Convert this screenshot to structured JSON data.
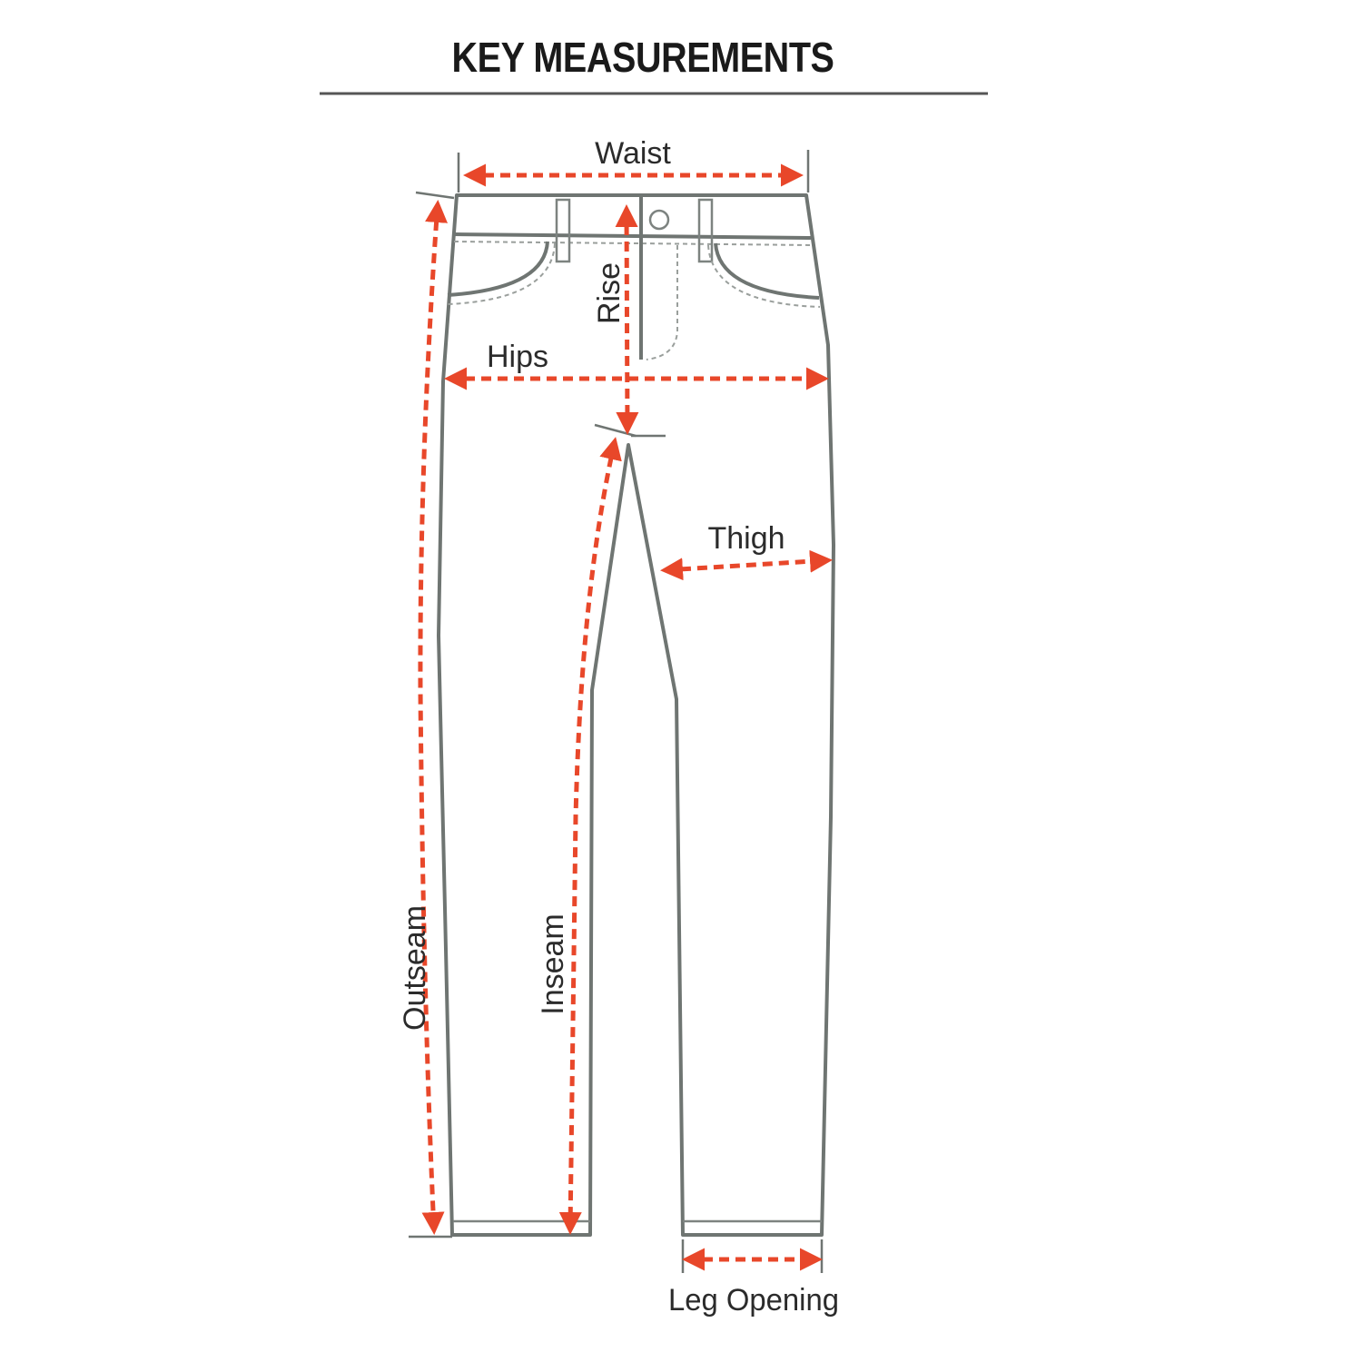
{
  "title": "KEY MEASUREMENTS",
  "labels": {
    "waist": "Waist",
    "rise": "Rise",
    "hips": "Hips",
    "thigh": "Thigh",
    "outseam": "Outseam",
    "inseam": "Inseam",
    "leg_opening": "Leg Opening"
  },
  "colors": {
    "arrow": "#e8472a",
    "outline": "#6f7572",
    "text": "#2b2b2b"
  }
}
